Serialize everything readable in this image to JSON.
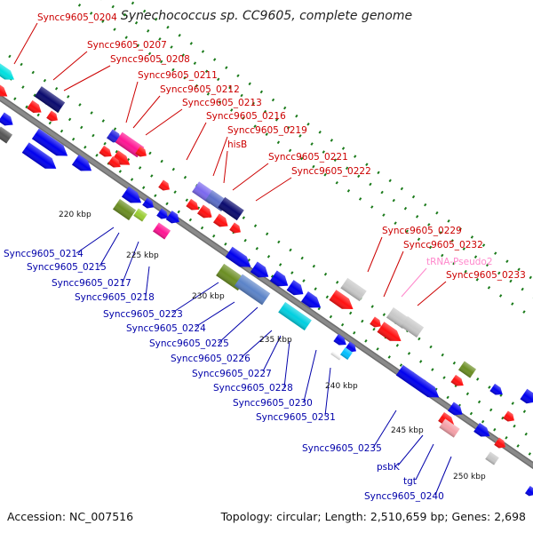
{
  "title": "Synechococcus sp. CC9605, complete genome",
  "footer": {
    "accession": "Accession: NC_007516",
    "topology": "Topology: circular; Length: 2,510,659 bp; Genes: 2,698"
  },
  "colors": {
    "backbone": "#8a8a8a",
    "label_red": "#cc0000",
    "label_blue": "#0000aa",
    "label_pink": "#ff88cc",
    "tick": "#1a7a1a"
  },
  "kbp_ticks": [
    "220 kbp",
    "225 kbp",
    "230 kbp",
    "235 kbp",
    "240 kbp",
    "245 kbp",
    "250 kbp"
  ],
  "top_labels": [
    "Syncc9605_0204",
    "Syncc9605_0207",
    "Syncc9605_0208",
    "Syncc9605_0211",
    "Syncc9605_0212",
    "Syncc9605_0213",
    "Syncc9605_0216",
    "Syncc9605_0219",
    "hisB",
    "Syncc9605_0221",
    "Syncc9605_0222",
    "Syncc9605_0229",
    "Syncc9605_0232",
    "tRNA-Pseudo2",
    "Syncc9605_0233"
  ],
  "bottom_labels": [
    "Syncc9605_0214",
    "Syncc9605_0215",
    "Syncc9605_0217",
    "Syncc9605_0218",
    "Syncc9605_0223",
    "Syncc9605_0224",
    "Syncc9605_0225",
    "Syncc9605_0226",
    "Syncc9605_0227",
    "Syncc9605_0228",
    "Syncc9605_0230",
    "Syncc9605_0231",
    "Syncc9605_0235",
    "psbK",
    "tgt",
    "Syncc9605_0240"
  ]
}
